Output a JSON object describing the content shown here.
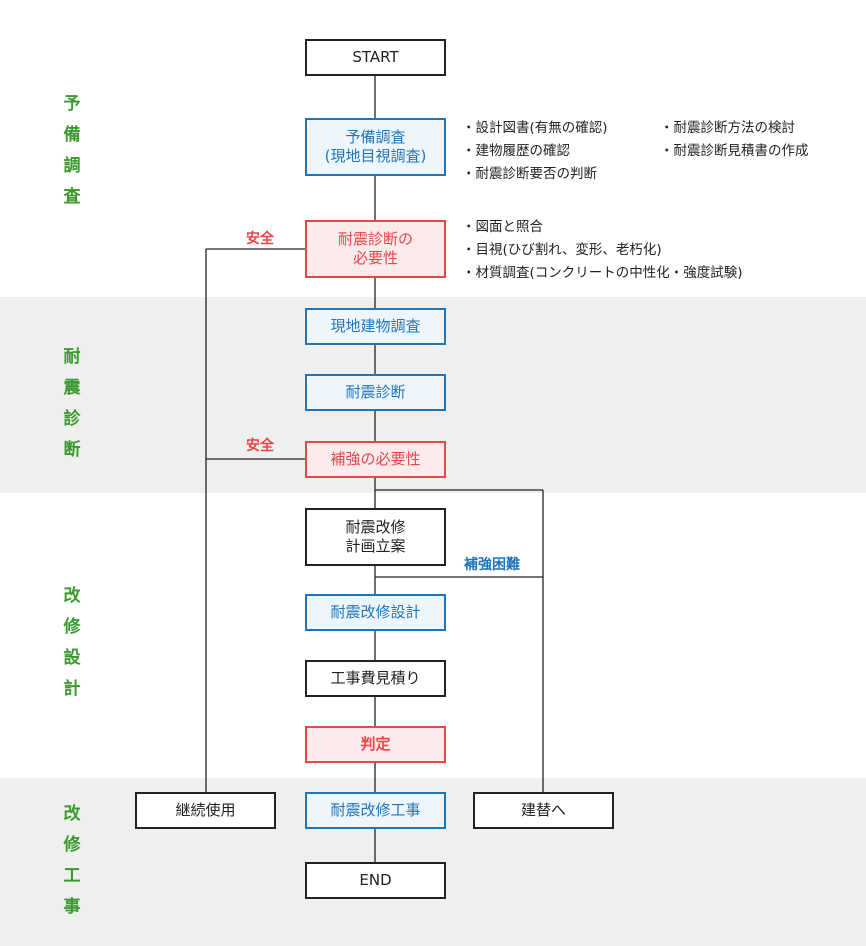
{
  "phases": [
    {
      "chars": [
        "予",
        "備",
        "調",
        "査"
      ]
    },
    {
      "chars": [
        "耐",
        "震",
        "診",
        "断"
      ]
    },
    {
      "chars": [
        "改",
        "修",
        "設",
        "計"
      ]
    },
    {
      "chars": [
        "改",
        "修",
        "工",
        "事"
      ]
    }
  ],
  "nodes": {
    "start": "START",
    "preliminary_survey": "予備調査\n(現地目視調査)",
    "need_diagnosis": "耐震診断の\n必要性",
    "building_survey": "現地建物調査",
    "seismic_diagnosis": "耐震診断",
    "need_reinforcement": "補強の必要性",
    "retrofit_plan": "耐震改修\n計画立案",
    "retrofit_design": "耐震改修設計",
    "cost_estimate": "工事費見積り",
    "judgement": "判定",
    "continue_use": "継続使用",
    "retrofit_work": "耐震改修工事",
    "rebuild": "建替へ",
    "end": "END"
  },
  "tags": {
    "safe_1": "安全",
    "safe_2": "安全",
    "reinforcement_difficult": "補強困難"
  },
  "notes": {
    "preliminary_col1": [
      "・設計図書(有無の確認)",
      "・建物履歴の確認",
      "・耐震診断要否の判断"
    ],
    "preliminary_col2": [
      "・耐震診断方法の検討",
      "・耐震診断見積書の作成"
    ],
    "need_diagnosis": [
      "・図面と照合",
      "・目視(ひび割れ、変形、老朽化)",
      "・材質調査(コンクリートの中性化・強度試験)"
    ]
  },
  "colors": {
    "green": "#3a9a2e",
    "blue": "#1f75b9",
    "red": "#e8464b",
    "band": "#efefef"
  }
}
